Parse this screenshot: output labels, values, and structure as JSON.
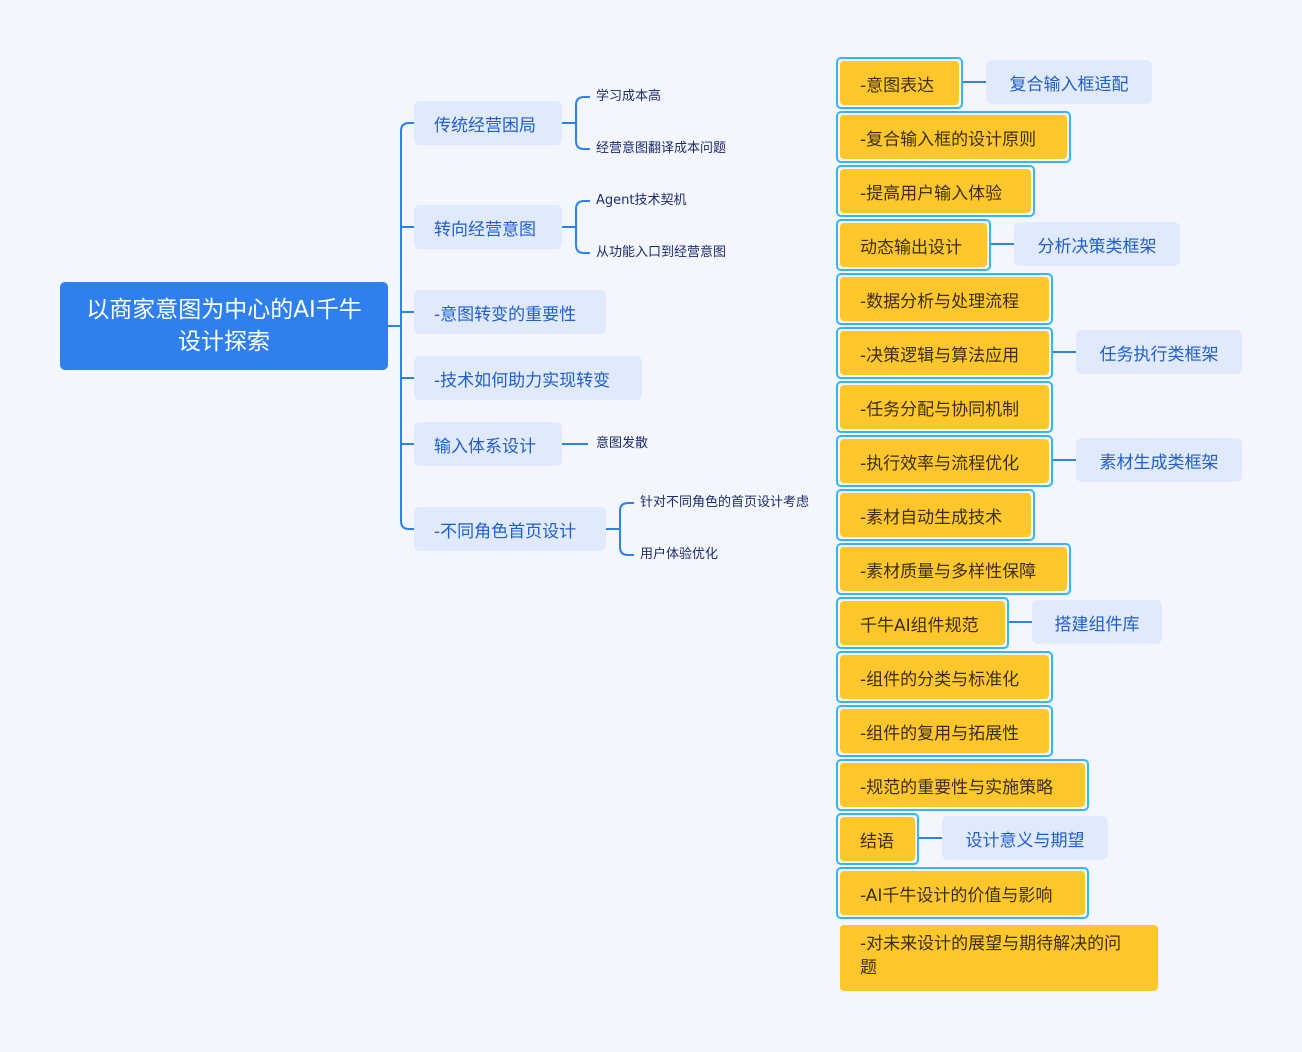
{
  "root": "以商家意图为中心的AI千牛设计探索",
  "branches": [
    {
      "label": "传统经营困局",
      "children": [
        "学习成本高",
        "经营意图翻译成本问题"
      ]
    },
    {
      "label": "转向经营意图",
      "children": [
        "Agent技术契机",
        "从功能入口到经营意图"
      ]
    },
    {
      "label": "-意图转变的重要性"
    },
    {
      "label": "-技术如何助力实现转变"
    },
    {
      "label": "输入体系设计",
      "children": [
        "意图发散"
      ]
    },
    {
      "label": "-不同角色首页设计",
      "children": [
        "针对不同角色的首页设计考虑",
        "用户体验优化"
      ]
    }
  ],
  "right": [
    "-意图表达",
    "-复合输入框的设计原则",
    "-提高用户输入体验",
    "动态输出设计",
    "-数据分析与处理流程",
    "-决策逻辑与算法应用",
    "-任务分配与协同机制",
    "-执行效率与流程优化",
    "-素材自动生成技术",
    "-素材质量与多样性保障",
    "千牛AI组件规范",
    "-组件的分类与标准化",
    "-组件的复用与拓展性",
    "-规范的重要性与实施策略",
    "结语",
    "-AI千牛设计的价值与影响",
    "-对未来设计的展望与期待解决的问题"
  ],
  "parents": [
    "复合输入框适配",
    "分析决策类框架",
    "任务执行类框架",
    "素材生成类框架",
    "搭建组件库",
    "设计意义与期望"
  ],
  "colors": {
    "root": "#2f80ed",
    "node": "#e1e9fc",
    "yellow": "#ffc72c",
    "border": "#36b7f5",
    "line": "#2f80ed"
  }
}
